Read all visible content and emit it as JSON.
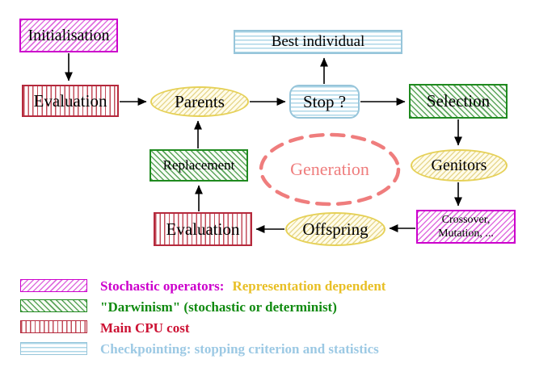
{
  "nodes": {
    "initialisation": "Initialisation",
    "evaluation_top": "Evaluation",
    "parents": "Parents",
    "best_individual": "Best individual",
    "stop": "Stop ?",
    "selection": "Selection",
    "genitors": "Genitors",
    "crossover_line1": "Crossover,",
    "crossover_line2": "Mutation, ...",
    "offspring": "Offspring",
    "evaluation_bottom": "Evaluation",
    "replacement": "Replacement",
    "generation": "Generation"
  },
  "edges": [
    {
      "from": "initialisation",
      "to": "evaluation_top"
    },
    {
      "from": "evaluation_top",
      "to": "parents"
    },
    {
      "from": "parents",
      "to": "stop"
    },
    {
      "from": "stop",
      "to": "best_individual"
    },
    {
      "from": "stop",
      "to": "selection"
    },
    {
      "from": "selection",
      "to": "genitors"
    },
    {
      "from": "genitors",
      "to": "crossover_mutation"
    },
    {
      "from": "crossover_mutation",
      "to": "offspring"
    },
    {
      "from": "offspring",
      "to": "evaluation_bottom"
    },
    {
      "from": "evaluation_bottom",
      "to": "replacement"
    },
    {
      "from": "replacement",
      "to": "parents"
    }
  ],
  "legend": {
    "rows": [
      {
        "swatch": "magenta-diagonal-hatch",
        "label": "Stochastic operators:",
        "label2": "Representation dependent"
      },
      {
        "swatch": "green-diagonal-hatch",
        "label": "\"Darwinism\" (stochastic or determinist)"
      },
      {
        "swatch": "red-vertical-hatch",
        "label": "Main CPU cost"
      },
      {
        "swatch": "cyan-horizontal-hatch",
        "label": "Checkpointing: stopping criterion and statistics"
      }
    ]
  },
  "colors": {
    "magenta_border": "#cc00cc",
    "green_border": "#1f8a1f",
    "red_border": "#b5293c",
    "cyan_border": "#97c5da",
    "yellow_border": "#e6d158",
    "salmon_dashed": "#ef7d7d",
    "legend_magenta_text": "#cc00cc",
    "legend_gold_text": "#e8bf25",
    "legend_green_text": "#108a10",
    "legend_red_text": "#cc1133",
    "legend_cyan_text": "#9cc9e4",
    "arrow": "#000000"
  }
}
